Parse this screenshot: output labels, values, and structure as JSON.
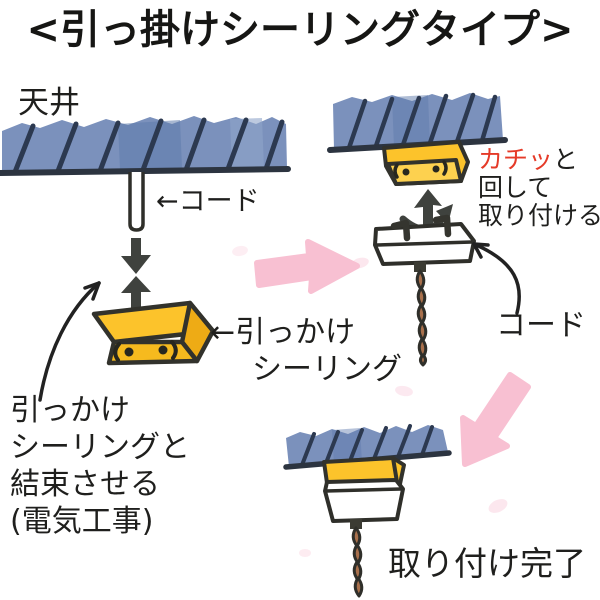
{
  "title": "<引っ掛けシーリングタイプ>",
  "labels": {
    "ceiling": "天井",
    "cord_with_arrow": "←コード",
    "device_line1": "←引っかけ",
    "device_line2": "シーリング",
    "note_line1": "引っかけ",
    "note_line2": "シーリングと",
    "note_line3": "結束させる",
    "note_line4": "(電気工事)",
    "click_red": "カチッ",
    "click_suffix": "と",
    "turn": "回して",
    "attach": "取り付ける",
    "cord": "コード",
    "complete": "取り付け完了"
  },
  "colors": {
    "ceiling_blue": "#7b91bc",
    "hatch_navy": "#2c3950",
    "outline_dark": "#32322c",
    "device_yellow": "#fcc32b",
    "device_yellow_shade": "#eeab15",
    "cord_brown": "#a8704c",
    "pink_arrow": "#f8c0d2",
    "red_text": "#e53a28",
    "ink": "#1f1f1d"
  }
}
